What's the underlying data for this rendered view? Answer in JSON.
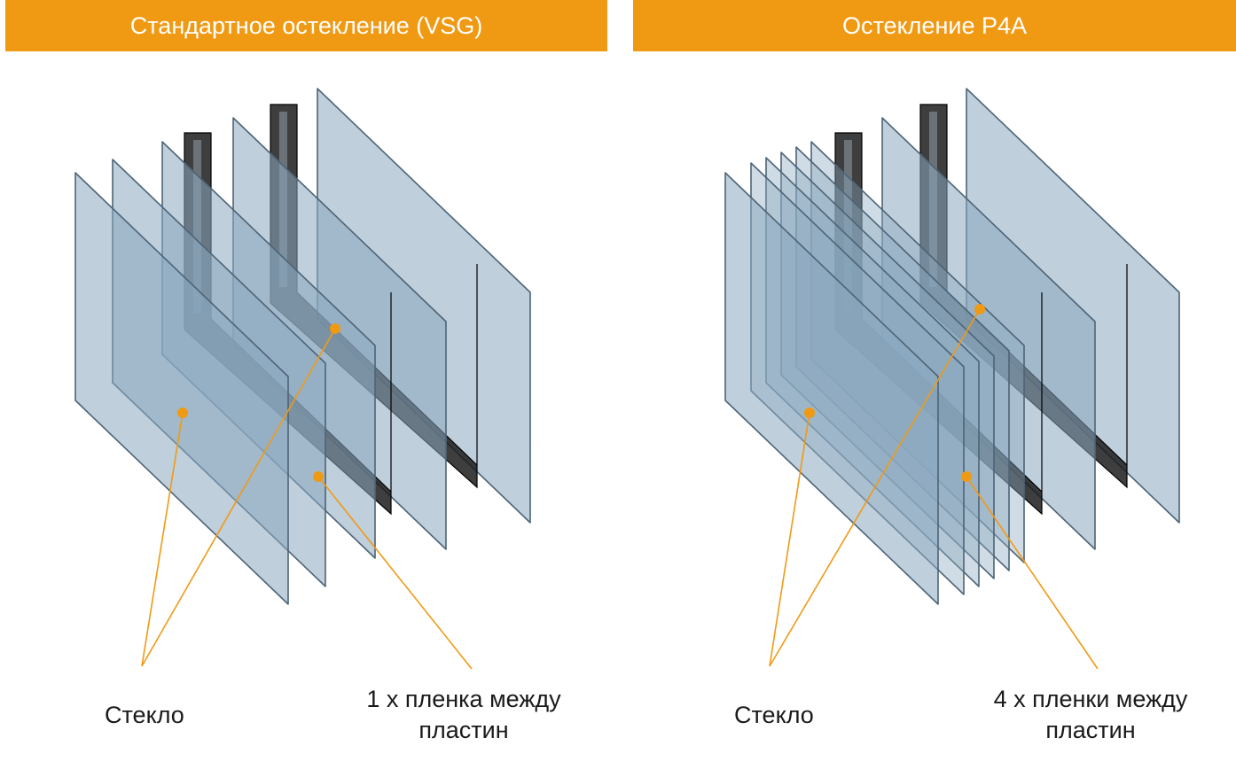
{
  "colors": {
    "accent": "#f09a14",
    "glass_fill": "#8aa8bf",
    "glass_edge": "#4d6477",
    "spacer": "#1c1c1c",
    "label_text": "#1a1a1a"
  },
  "icons": [
    "glass-pane-icon",
    "spacer-frame-icon",
    "callout-dot-icon"
  ],
  "panels": [
    {
      "id": "vsg",
      "title": "Стандартное остекление (VSG)",
      "glass_label": "Стекло",
      "film_label_line1": "1 x пленка между",
      "film_label_line2": "пластин",
      "film_layers": 1
    },
    {
      "id": "p4a",
      "title": "Остекление P4A",
      "glass_label": "Стекло",
      "film_label_line1": "4 x пленки между",
      "film_label_line2": "пластин",
      "film_layers": 4
    }
  ]
}
